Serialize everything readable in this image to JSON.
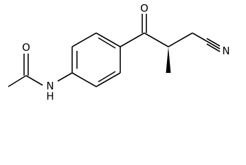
{
  "atoms": {
    "acetyl_oxygen": "O",
    "amide_nitrogen": "N",
    "amide_hydrogen": "H",
    "ketone_oxygen": "O",
    "nitrile_nitrogen": "N"
  },
  "colors": {
    "ink": "#000000",
    "background": "#ffffff"
  }
}
